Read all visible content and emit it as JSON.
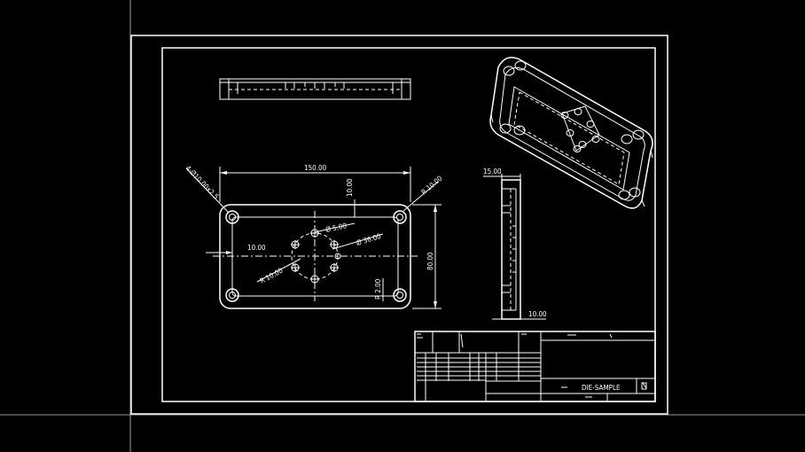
{
  "colors": {
    "background": "#000000",
    "lines": "#ffffff",
    "crosshair": "#9a9a9a"
  },
  "top_view": {
    "width_dim": "150.00",
    "height_dim": "80.00",
    "edge_offset_dim": "10.00",
    "left_offset_dim": "10.00",
    "corner_radius": "R 10.00",
    "holes_callout": "4-Ø10.00x2.5",
    "center_hole": "Ø 5.00",
    "bolt_circle": "Ø 36.00",
    "pattern_radius": "R 10.00",
    "fillet_radius": "R 2.00"
  },
  "side_view": {
    "thickness_dim": "15.00",
    "bottom_dim": "10.00"
  },
  "title_block": {
    "drawing_name": "DIE-SAMPLE"
  }
}
